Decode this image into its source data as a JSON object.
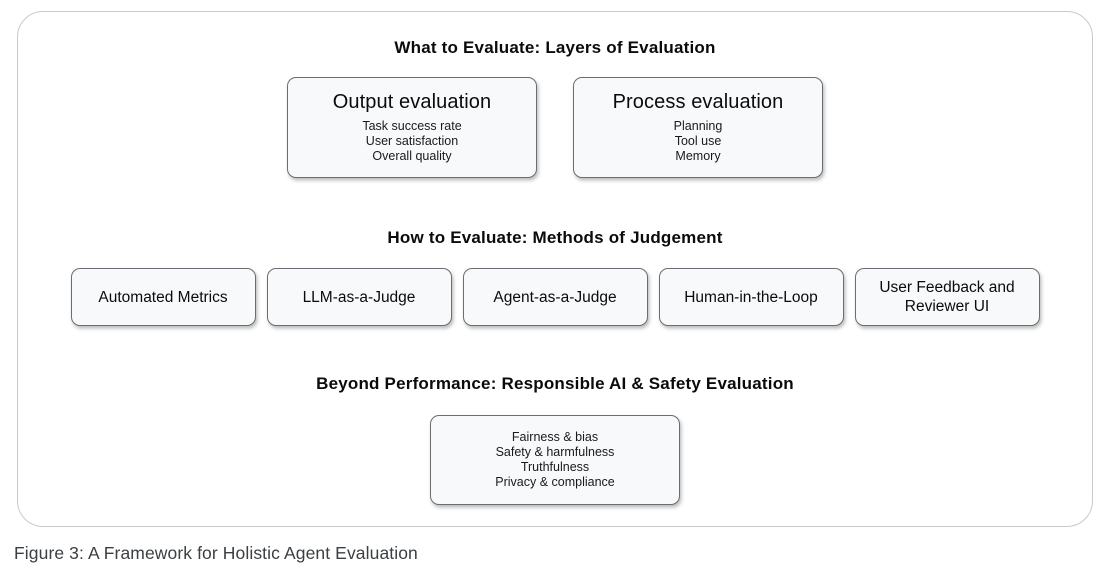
{
  "diagram": {
    "sections": [
      {
        "title": "What to Evaluate: Layers of Evaluation",
        "boxes": [
          {
            "title": "Output evaluation",
            "items": [
              "Task success rate",
              "User satisfaction",
              "Overall quality"
            ]
          },
          {
            "title": "Process evaluation",
            "items": [
              "Planning",
              "Tool use",
              "Memory"
            ]
          }
        ]
      },
      {
        "title": "How to Evaluate: Methods of Judgement",
        "boxes": [
          {
            "title": "Automated Metrics"
          },
          {
            "title": "LLM-as-a-Judge"
          },
          {
            "title": "Agent-as-a-Judge"
          },
          {
            "title": "Human-in-the-Loop"
          },
          {
            "title": "User Feedback and Reviewer UI"
          }
        ]
      },
      {
        "title": "Beyond Performance: Responsible AI & Safety Evaluation",
        "boxes": [
          {
            "items": [
              "Fairness & bias",
              "Safety & harmfulness",
              "Truthfulness",
              "Privacy & compliance"
            ]
          }
        ]
      }
    ]
  },
  "caption": "Figure 3: A Framework for Holistic Agent Evaluation",
  "colors": {
    "frame_border": "#c6c9ce",
    "box_border": "#6a6e72",
    "box_fill": "#f8f9fa",
    "caption_text": "#3c4043",
    "title_text": "#0b0b0b"
  }
}
